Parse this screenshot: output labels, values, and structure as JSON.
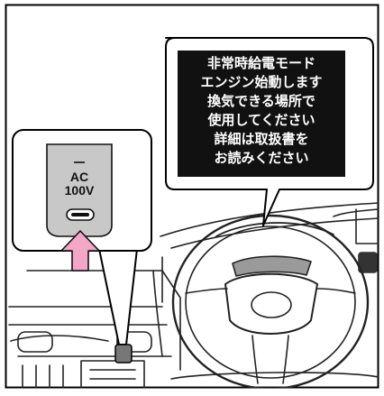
{
  "dashboard_message": {
    "lines": [
      "非常時給電モード",
      "エンジン始動します",
      "換気できる場所で",
      "使用してください",
      "詳細は取扱書を",
      "お読みください"
    ]
  },
  "power_outlet": {
    "label_line1": "AC",
    "label_line2": "100V"
  },
  "icons": {
    "pointer": "pink-up-arrow-icon",
    "outlet_slot": "outlet-socket-icon"
  },
  "colors": {
    "arrow_fill": "#f4a6c6",
    "message_bg": "#111111",
    "message_text": "#ffffff",
    "outlet_panel": "#c8c8c8",
    "frame_border": "#000000"
  }
}
